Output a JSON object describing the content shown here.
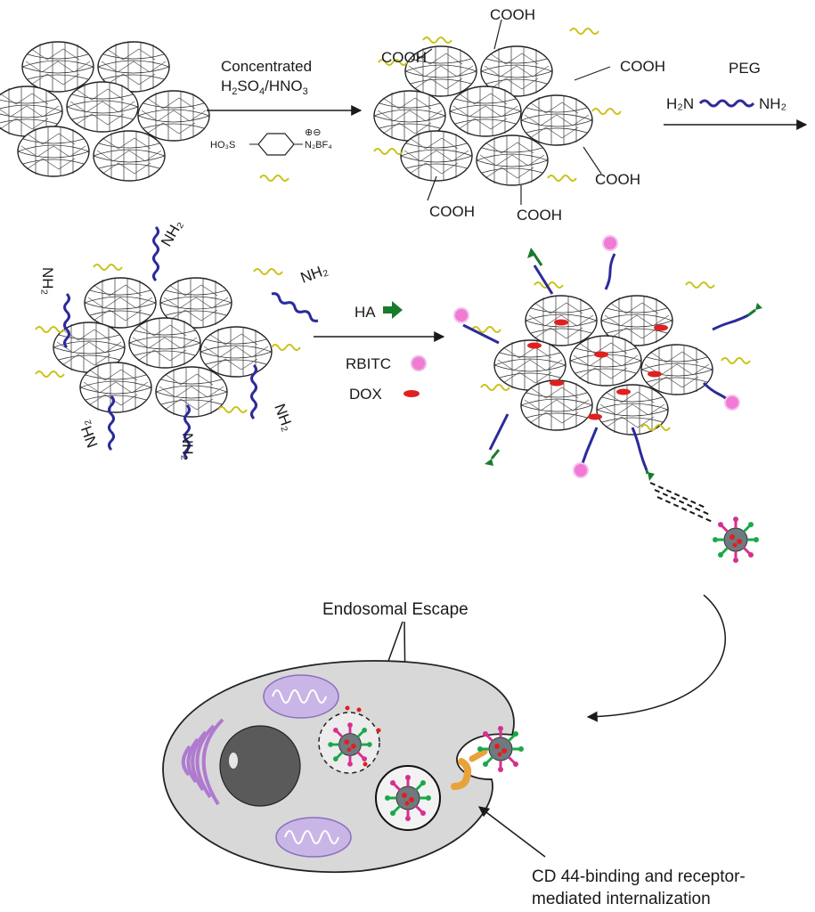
{
  "step1": {
    "reagent_line1": "Concentrated",
    "reagent_line2_parts": [
      "H",
      "2",
      "SO",
      "4",
      "/HNO",
      "3"
    ],
    "diazonium_left": "HO₃S",
    "diazonium_right": "N₂BF₄",
    "diazonium_charges": "⊕⊖"
  },
  "carboxyl": {
    "label": "COOH"
  },
  "step2": {
    "peg_label": "PEG",
    "amine_left": "H₂N",
    "amine_right": "NH₂"
  },
  "amine": {
    "label": "NH₂"
  },
  "legend": {
    "ha_label": "HA",
    "rbitc_label": "RBITC",
    "dox_label": "DOX"
  },
  "cell": {
    "endosomal_escape": "Endosomal Escape",
    "cd44_line1": "CD 44-binding and receptor-",
    "cd44_line2": "mediated internalization"
  },
  "colors": {
    "tube_stroke": "#222222",
    "peg_blue": "#2b2b9a",
    "yellow_chain": "#c9c217",
    "ha_green": "#1a7a2e",
    "rbitc_pink": "#f07ad6",
    "dox_red": "#e02020",
    "cell_fill": "#d8d8d8",
    "nucleus": "#5a5a5a",
    "golgi": "#b07ad0",
    "mito": "#c9b6e6",
    "receptor": "#e8a23a"
  }
}
